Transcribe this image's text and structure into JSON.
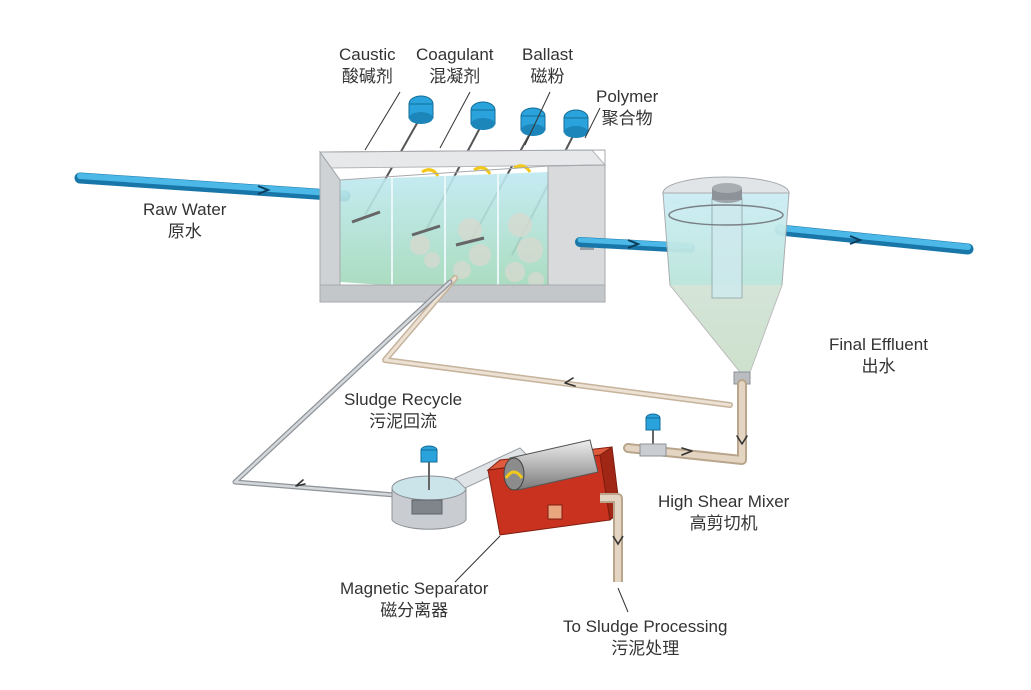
{
  "labels": {
    "caustic": {
      "en": "Caustic",
      "zh": "酸碱剂"
    },
    "coagulant": {
      "en": "Coagulant",
      "zh": "混凝剂"
    },
    "ballast": {
      "en": "Ballast",
      "zh": "磁粉"
    },
    "polymer": {
      "en": "Polymer",
      "zh": "聚合物"
    },
    "raw_water": {
      "en": "Raw Water",
      "zh": "原水"
    },
    "final_effluent": {
      "en": "Final Effluent",
      "zh": "出水"
    },
    "sludge_recycle": {
      "en": "Sludge Recycle",
      "zh": "污泥回流"
    },
    "high_shear_mixer": {
      "en": "High Shear Mixer",
      "zh": "高剪切机"
    },
    "magnetic_separator": {
      "en": "Magnetic Separator",
      "zh": "磁分离器"
    },
    "to_sludge_processing": {
      "en": "To Sludge Processing",
      "zh": "污泥处理"
    }
  },
  "colors": {
    "water_pipe": "#2a9fd6",
    "sludge_pipe": "#d9c8b4",
    "recycle_pipe": "#b8bcc2",
    "tank_concrete": "#d8dadc",
    "water": "#a9dfe8",
    "dosing_motor": "#2aa3dc",
    "separator_body": "#c8321e"
  }
}
